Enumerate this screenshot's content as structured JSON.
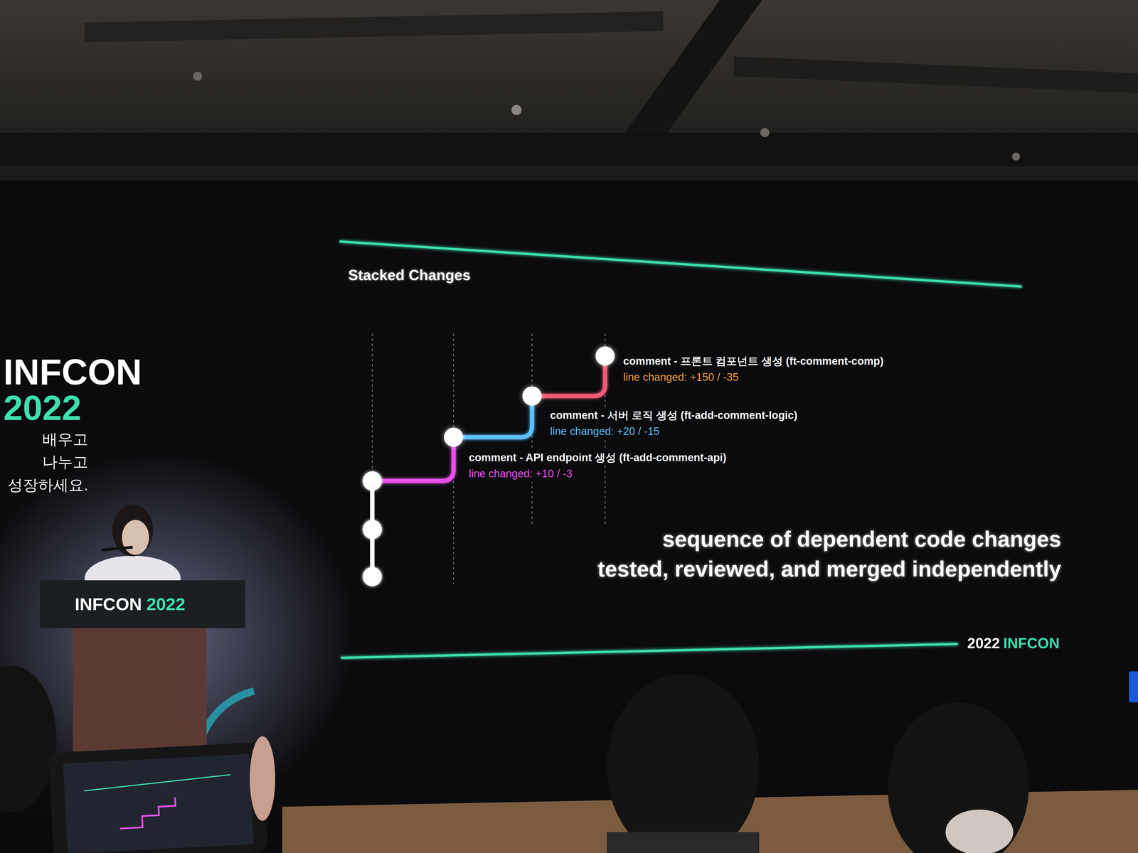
{
  "diagram": {
    "title": "Stacked Changes",
    "nodes": [
      {
        "text": [
          "comment - 프론트 컴포넌트 생성 (ft-comment-comp)",
          "line changed: +150 / -35"
        ]
      },
      {
        "text": [
          "comment - 서버 로직 생성 (ft-add-comment-logic)",
          "line changed: +20 / -15"
        ]
      },
      {
        "text": [
          "comment - API endpoint 생성 (ft-add-comment-api)",
          "line changed: +10 / -3"
        ]
      }
    ],
    "edges": [
      {
        "from": 2,
        "to": 1,
        "arrow": "none"
      },
      {
        "from": 1,
        "to": 0,
        "arrow": "none"
      }
    ],
    "labels": [
      "sequence of dependent code changes tested, reviewed, and merged independently",
      "2022",
      "INFCON",
      "INFCON",
      "2022",
      "배우고",
      "나누고",
      "성장하세요.",
      "INFCON",
      "2022"
    ]
  }
}
